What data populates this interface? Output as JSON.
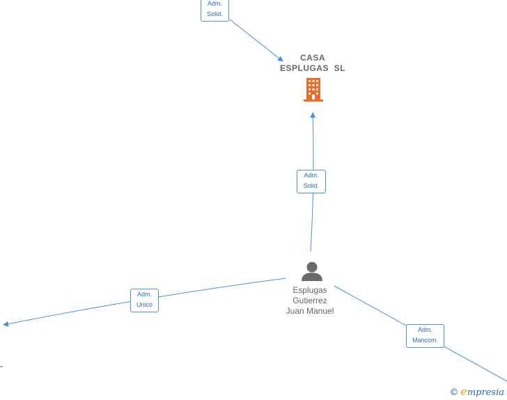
{
  "company": {
    "name_line1": "CASA",
    "name_line2": "ESPLUGAS  SL",
    "icon": "building-icon",
    "icon_color": "#f06a2a"
  },
  "person": {
    "name_line1": "Esplugas",
    "name_line2": "Gutierrez",
    "name_line3": "Juan Manuel",
    "icon": "person-icon",
    "icon_color": "#6b6b6b"
  },
  "relations": {
    "top": "Adm.\nSolid.",
    "center": "Adm.\nSolid.",
    "left": "Adm.\nUnico",
    "right": "Adm.\nMancom."
  },
  "colors": {
    "edge": "#4a90d9",
    "label_border": "#4a90d9",
    "label_text": "#2b6cb8"
  },
  "brand": {
    "copyright": "©",
    "name_initial": "e",
    "name_rest": "mpresia"
  }
}
